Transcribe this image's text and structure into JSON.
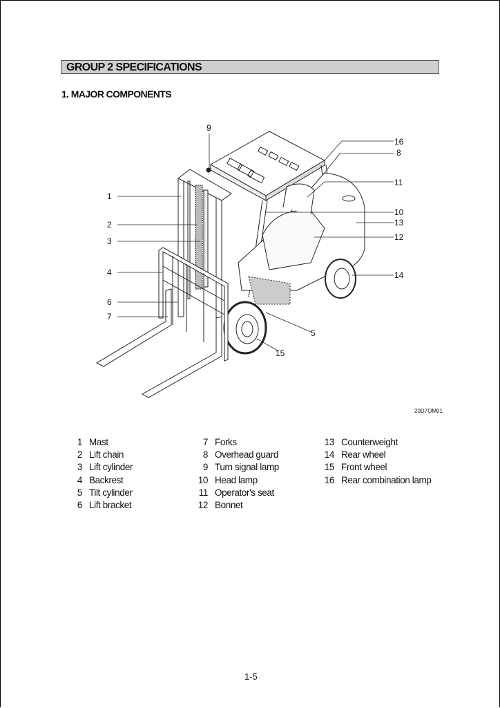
{
  "header": {
    "group_title": "GROUP 2  SPECIFICATIONS",
    "section_title": "1. MAJOR COMPONENTS"
  },
  "figure": {
    "code": "20D7OM01",
    "callouts": [
      "1",
      "2",
      "3",
      "4",
      "5",
      "6",
      "7",
      "8",
      "9",
      "10",
      "11",
      "12",
      "13",
      "14",
      "15",
      "16"
    ]
  },
  "legend": {
    "columns": [
      [
        {
          "num": "1",
          "label": "Mast"
        },
        {
          "num": "2",
          "label": "Lift chain"
        },
        {
          "num": "3",
          "label": "Lift cylinder"
        },
        {
          "num": "4",
          "label": "Backrest"
        },
        {
          "num": "5",
          "label": "Tilt cylinder"
        },
        {
          "num": "6",
          "label": "Lift bracket"
        }
      ],
      [
        {
          "num": "7",
          "label": "Forks"
        },
        {
          "num": "8",
          "label": "Overhead guard"
        },
        {
          "num": "9",
          "label": "Turn signal lamp"
        },
        {
          "num": "10",
          "label": "Head lamp"
        },
        {
          "num": "11",
          "label": "Operator's seat"
        },
        {
          "num": "12",
          "label": "Bonnet"
        }
      ],
      [
        {
          "num": "13",
          "label": "Counterweight"
        },
        {
          "num": "14",
          "label": "Rear wheel"
        },
        {
          "num": "15",
          "label": "Front wheel"
        },
        {
          "num": "16",
          "label": "Rear combination lamp"
        }
      ]
    ]
  },
  "footer": {
    "page_number": "1-5"
  }
}
